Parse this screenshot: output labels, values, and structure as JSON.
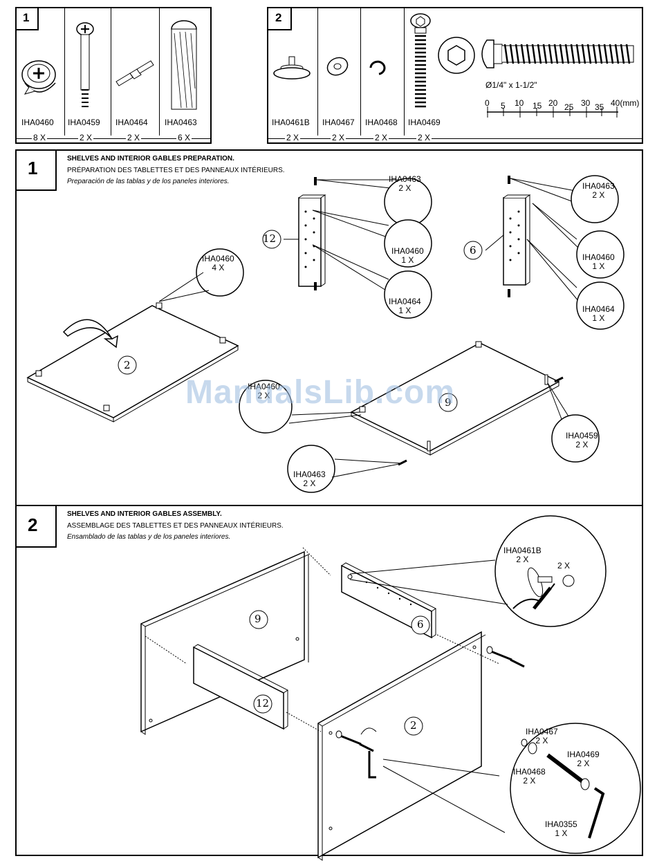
{
  "parts_box_1": {
    "step": "1",
    "parts": [
      {
        "code": "IHA0460",
        "qty": "8 X"
      },
      {
        "code": "IHA0459",
        "qty": "2 X"
      },
      {
        "code": "IHA0464",
        "qty": "2 X"
      },
      {
        "code": "IHA0463",
        "qty": "6 X"
      }
    ]
  },
  "parts_box_2": {
    "step": "2",
    "parts": [
      {
        "code": "IHA0461B",
        "qty": "2 X"
      },
      {
        "code": "IHA0467",
        "qty": "2 X"
      },
      {
        "code": "IHA0468",
        "qty": "2 X"
      },
      {
        "code": "IHA0469",
        "qty": "2 X"
      }
    ],
    "screw_spec": "Ø1/4\" x 1-1/2\"",
    "ruler_ticks": [
      "0",
      "5",
      "10",
      "15",
      "20",
      "25",
      "30",
      "35",
      "40(mm)"
    ]
  },
  "step1": {
    "number": "1",
    "title_en": "SHELVES AND INTERIOR GABLES PREPARATION.",
    "title_fr": "PRÉPARATION DES TABLETTES ET DES PANNEAUX INTÉRIEURS.",
    "title_es": "Preparación de las tablas y de los paneles interiores.",
    "panel_labels": [
      "12",
      "6",
      "2",
      "9"
    ],
    "callouts": [
      {
        "code": "IHA0463",
        "qty": "2 X"
      },
      {
        "code": "IHA0460",
        "qty": "1 X"
      },
      {
        "code": "IHA0464",
        "qty": "1 X"
      },
      {
        "code": "IHA0463",
        "qty": "2 X"
      },
      {
        "code": "IHA0460",
        "qty": "1 X"
      },
      {
        "code": "IHA0464",
        "qty": "1 X"
      },
      {
        "code": "IHA0460",
        "qty": "4 X"
      },
      {
        "code": "IHA0460",
        "qty": "2 X"
      },
      {
        "code": "IHA0459",
        "qty": "2 X"
      },
      {
        "code": "IHA0463",
        "qty": "2 X"
      }
    ]
  },
  "step2": {
    "number": "2",
    "title_en": "SHELVES AND INTERIOR GABLES ASSEMBLY.",
    "title_fr": "ASSEMBLAGE DES TABLETTES ET DES PANNEAUX INTÉRIEURS.",
    "title_es": "Ensamblado de las tablas y de los paneles interiores.",
    "panel_labels": [
      "9",
      "6",
      "12",
      "2"
    ],
    "callouts": [
      {
        "code": "IHA0461B",
        "qty": "2 X"
      },
      {
        "code": "",
        "qty": "2 X"
      },
      {
        "code": "IHA0467",
        "qty": "2 X"
      },
      {
        "code": "IHA0469",
        "qty": "2 X"
      },
      {
        "code": "IHA0468",
        "qty": "2 X"
      },
      {
        "code": "IHA0355",
        "qty": "1 X"
      }
    ]
  },
  "watermark": "ManualsLib.com"
}
